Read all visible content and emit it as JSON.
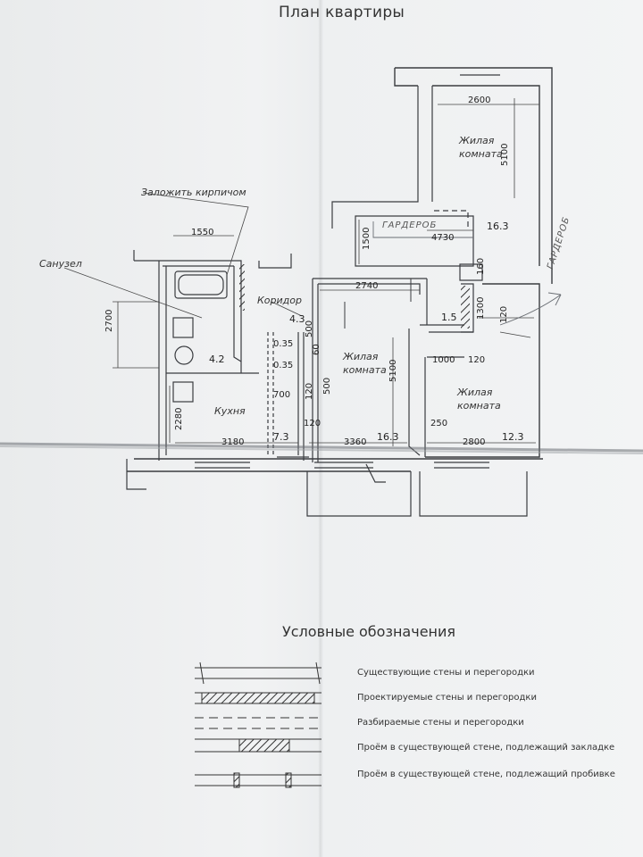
{
  "title": "План квартиры",
  "rooms": [
    {
      "name": "Жилая\nкомната",
      "area": "16.3"
    },
    {
      "name": "Санузел",
      "area": "4.2"
    },
    {
      "name": "Коридор",
      "area": "4.3"
    },
    {
      "name": "Жилая\nкомната",
      "area": "16.3"
    },
    {
      "name": "Кухня",
      "area": "7.3"
    },
    {
      "name": "Жилая\nкомната",
      "area": "12.3"
    }
  ],
  "labels": {
    "brick_note": "Заложить кирпичом",
    "sanuzel": "Санузел",
    "wardrobe": "ГАРДЕРОБ",
    "wardrobe_side": "ГАРДЕРОБ",
    "closet_area": "1.5"
  },
  "dimensions": {
    "d2600": "2600",
    "d5100a": "5100",
    "d1550": "1550",
    "d2700": "2700",
    "d1500": "1500",
    "d4730": "4730",
    "d160": "160",
    "d2740": "2740",
    "d500a": "500",
    "d60": "60",
    "d500b": "500",
    "d120a": "120",
    "d035a": "0.35",
    "d035b": "0.35",
    "d5100b": "5100",
    "d1300": "1300",
    "d120b": "120",
    "d1000": "1000",
    "d120c": "120",
    "d700": "700",
    "d2280": "2280",
    "d3180": "3180",
    "d120d": "120",
    "d3360": "3360",
    "d250": "250",
    "d2800": "2800"
  },
  "legend": {
    "title": "Условные обозначения",
    "items": [
      "Существующие стены и перегородки",
      "Проектируемые стены и перегородки",
      "Разбираемые  стены и перегородки",
      "Проём в существующей стене, подлежащий закладке",
      "Проём в существующей стене, подлежащий пробивке"
    ]
  },
  "colors": {
    "wall": "#3a3c40",
    "pencil": "#555a60",
    "paper": "#eef0f1"
  }
}
